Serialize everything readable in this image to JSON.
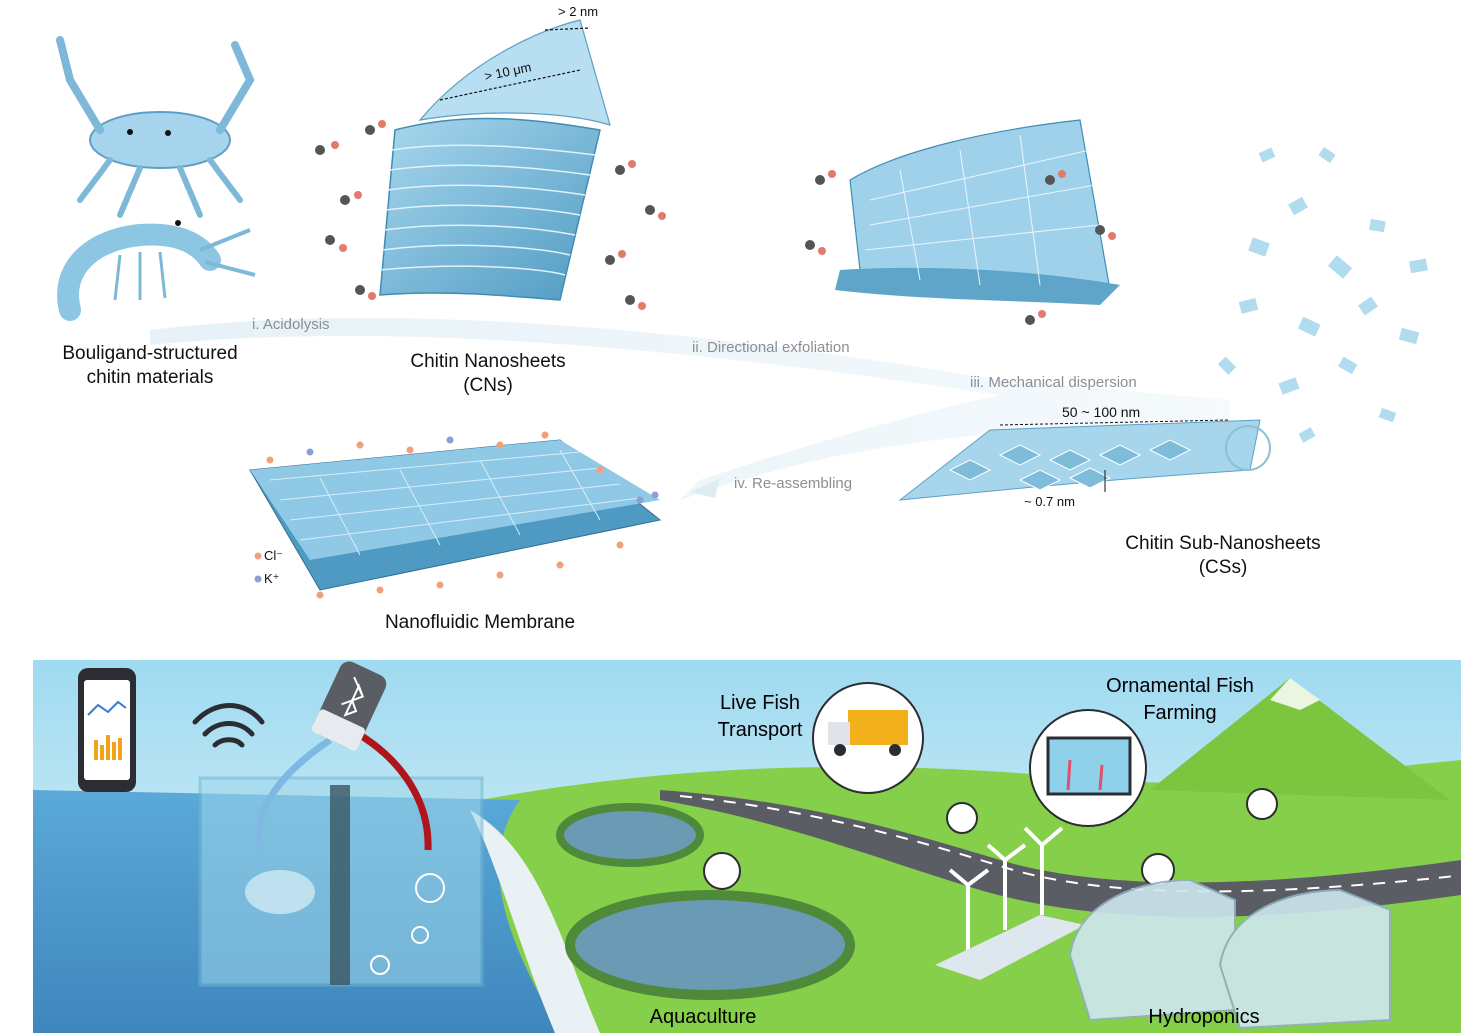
{
  "top_panel": {
    "source_label_line1": "Bouligand-structured",
    "source_label_line2": "chitin materials",
    "cns_label_line1": "Chitin Nanosheets",
    "cns_label_line2": "(CNs)",
    "css_label_line1": "Chitin Sub-Nanosheets",
    "css_label_line2": "(CSs)",
    "membrane_label": "Nanofluidic Membrane",
    "steps": {
      "step1": "i. Acidolysis",
      "step2": "ii. Directional exfoliation",
      "step3": "iii. Mechanical dispersion",
      "step4": "iv. Re-assembling"
    },
    "dimensions": {
      "thickness_cn": "> 2 nm",
      "length_cn": "> 10 μm",
      "length_cs": "50 ~ 100 nm",
      "thickness_cs": "~ 0.7 nm"
    },
    "ions": {
      "anion": "Cl⁻",
      "cation": "K⁺"
    },
    "colors": {
      "sheet": "#8fc9e6",
      "sheet_dark": "#3f8db4",
      "anion": "#f2a07b",
      "cation": "#8e9fd6"
    }
  },
  "bottom_panel": {
    "labels": {
      "transport_line1": "Live Fish",
      "transport_line2": "Transport",
      "ornamental_line1": "Ornamental Fish",
      "ornamental_line2": "Farming",
      "aquaculture": "Aquaculture",
      "hydroponics": "Hydroponics"
    },
    "icons": [
      "smartphone-icon",
      "wifi-icon",
      "bluetooth-icon",
      "truck-icon",
      "aquarium-icon",
      "wind-turbine-icon",
      "greenhouse-icon"
    ],
    "colors": {
      "sky": "#bfe6f5",
      "grass": "#7cc842",
      "water": "#5aa9d8",
      "road": "#5a5d63"
    }
  }
}
